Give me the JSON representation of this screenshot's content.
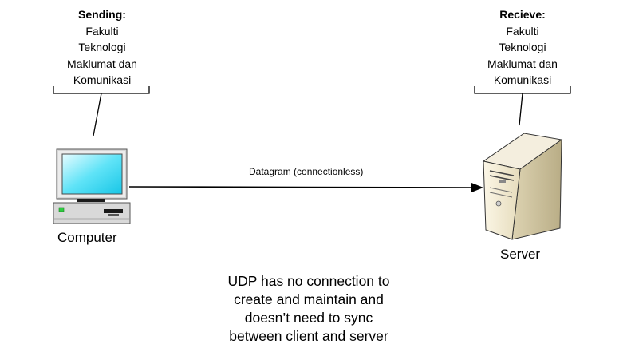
{
  "sender_callout": {
    "heading": "Sending:",
    "lines": [
      "Fakulti",
      "Teknologi",
      "Maklumat dan",
      "Komunikasi"
    ]
  },
  "receiver_callout": {
    "heading": "Recieve:",
    "lines": [
      "Fakulti",
      "Teknologi",
      "Maklumat dan",
      "Komunikasi"
    ]
  },
  "nodes": {
    "computer": {
      "label": "Computer",
      "icon": "desktop-computer-icon"
    },
    "server": {
      "label": "Server",
      "icon": "server-tower-icon"
    }
  },
  "connection": {
    "label": "Datagram (connectionless)"
  },
  "caption": {
    "lines": [
      "UDP has no connection to",
      "create and maintain and",
      "doesn’t need to sync",
      "between client and server"
    ]
  },
  "colors": {
    "screen": "#33d9f2",
    "monitor_frame": "#d4d4d4",
    "server_front": "#f2ead2",
    "server_side": "#c8bd9a",
    "power_led": "#2ecc40"
  }
}
